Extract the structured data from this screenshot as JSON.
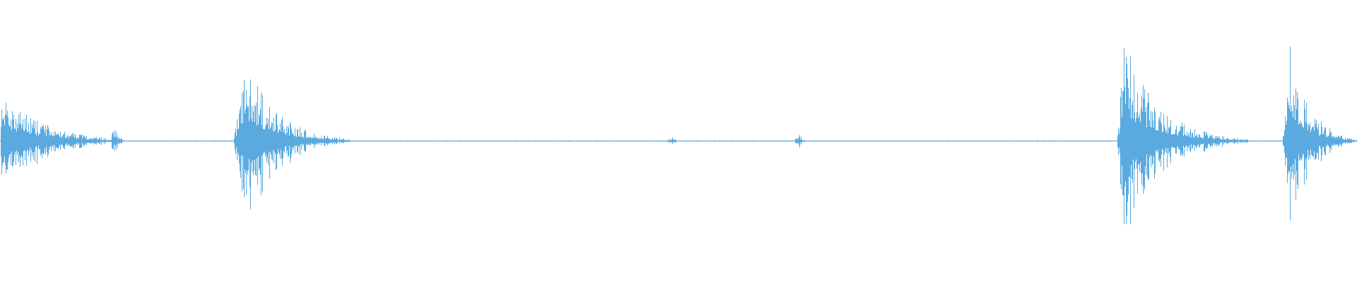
{
  "waveform": {
    "color": "#5aaae0",
    "background": "#ffffff",
    "bursts": [
      {
        "start": 0.0,
        "peak": 0.0,
        "end": 0.092,
        "amplitude": 0.42,
        "noise": 0.11
      },
      {
        "start": 0.081,
        "peak": 0.084,
        "end": 0.092,
        "amplitude": 0.14,
        "noise": 0.06
      },
      {
        "start": 0.172,
        "peak": 0.18,
        "end": 0.26,
        "amplitude": 0.8,
        "noise": 0.08
      },
      {
        "start": 0.49,
        "peak": 0.495,
        "end": 0.5,
        "amplitude": 0.04,
        "noise": 0.02
      },
      {
        "start": 0.584,
        "peak": 0.589,
        "end": 0.594,
        "amplitude": 0.06,
        "noise": 0.03
      },
      {
        "start": 0.823,
        "peak": 0.828,
        "end": 0.92,
        "amplitude": 0.93,
        "noise": 0.09
      },
      {
        "start": 0.945,
        "peak": 0.949,
        "end": 1.0,
        "amplitude": 0.95,
        "noise": 0.12
      }
    ],
    "baseline_noise": 0.006
  }
}
